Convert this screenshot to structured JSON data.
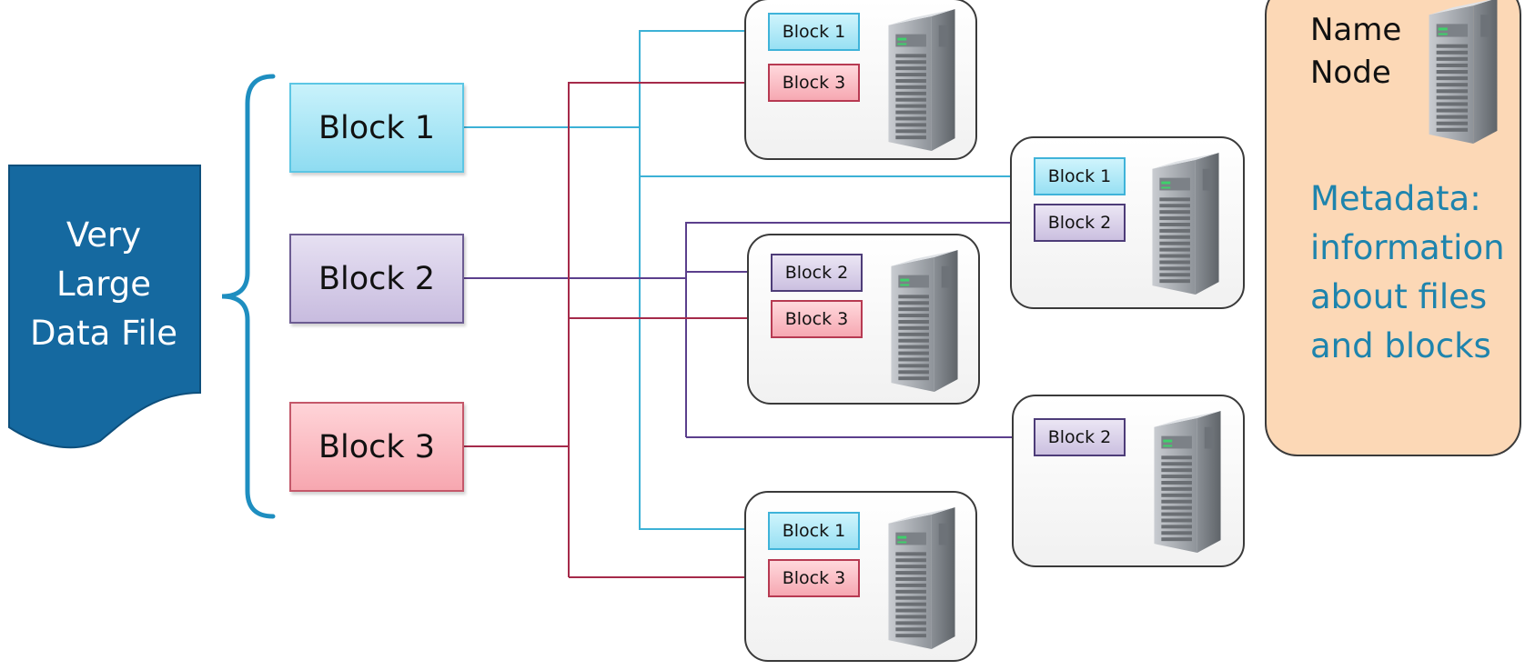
{
  "file": {
    "label_lines": [
      "Very",
      "Large",
      "Data File"
    ]
  },
  "blocks": [
    {
      "id": "1",
      "label": "Block 1"
    },
    {
      "id": "2",
      "label": "Block 2"
    },
    {
      "id": "3",
      "label": "Block 3"
    }
  ],
  "data_nodes": [
    {
      "blocks": [
        "Block 1",
        "Block 3"
      ]
    },
    {
      "blocks": [
        "Block 1",
        "Block 2"
      ]
    },
    {
      "blocks": [
        "Block 2",
        "Block 3"
      ]
    },
    {
      "blocks": [
        "Block 2"
      ]
    },
    {
      "blocks": [
        "Block 1",
        "Block 3"
      ]
    }
  ],
  "name_node": {
    "title_lines": [
      "Name",
      "Node"
    ],
    "metadata_lines": [
      "Metadata:",
      "information",
      "about files",
      "and blocks"
    ]
  },
  "colors": {
    "file_fill": "#1569a0",
    "brace": "#1e8ec0",
    "block1_line": "#3cb1d6",
    "block2_line": "#5b3f8c",
    "block3_line": "#a52a4a",
    "name_node_fill": "#fcd8b6",
    "metadata_text": "#1e84ad"
  },
  "icons": {
    "server": "server-tower-icon"
  }
}
